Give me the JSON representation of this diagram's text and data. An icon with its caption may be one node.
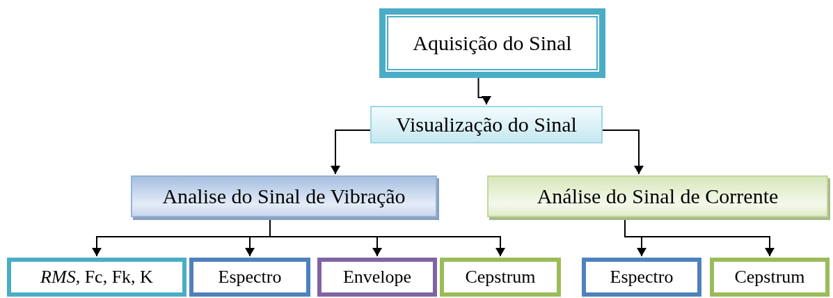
{
  "diagram": {
    "nodes": [
      {
        "text": [
          "Aquisição do Sinal"
        ]
      },
      {
        "text": [
          "Visualização do Sinal"
        ]
      },
      {
        "text": [
          "Analise do Sinal de Vibração"
        ]
      },
      {
        "text": [
          "Análise do Sinal de Corrente"
        ]
      },
      {
        "text": [
          "*RMS*, Fc, Fk, K"
        ]
      },
      {
        "text": [
          "Espectro"
        ]
      },
      {
        "text": [
          "Envelope"
        ]
      },
      {
        "text": [
          "Cepstrum"
        ]
      },
      {
        "text": [
          "Espectro"
        ]
      },
      {
        "text": [
          "Cepstrum"
        ]
      }
    ],
    "edges": [
      {
        "from": 0,
        "to": 1,
        "arrow": "to"
      },
      {
        "from": 1,
        "to": 2,
        "arrow": "to"
      },
      {
        "from": 1,
        "to": 3,
        "arrow": "to"
      },
      {
        "from": 2,
        "to": 4,
        "arrow": "to"
      },
      {
        "from": 2,
        "to": 5,
        "arrow": "to"
      },
      {
        "from": 2,
        "to": 6,
        "arrow": "to"
      },
      {
        "from": 2,
        "to": 7,
        "arrow": "to"
      },
      {
        "from": 3,
        "to": 8,
        "arrow": "to"
      },
      {
        "from": 3,
        "to": 9,
        "arrow": "to"
      }
    ]
  }
}
